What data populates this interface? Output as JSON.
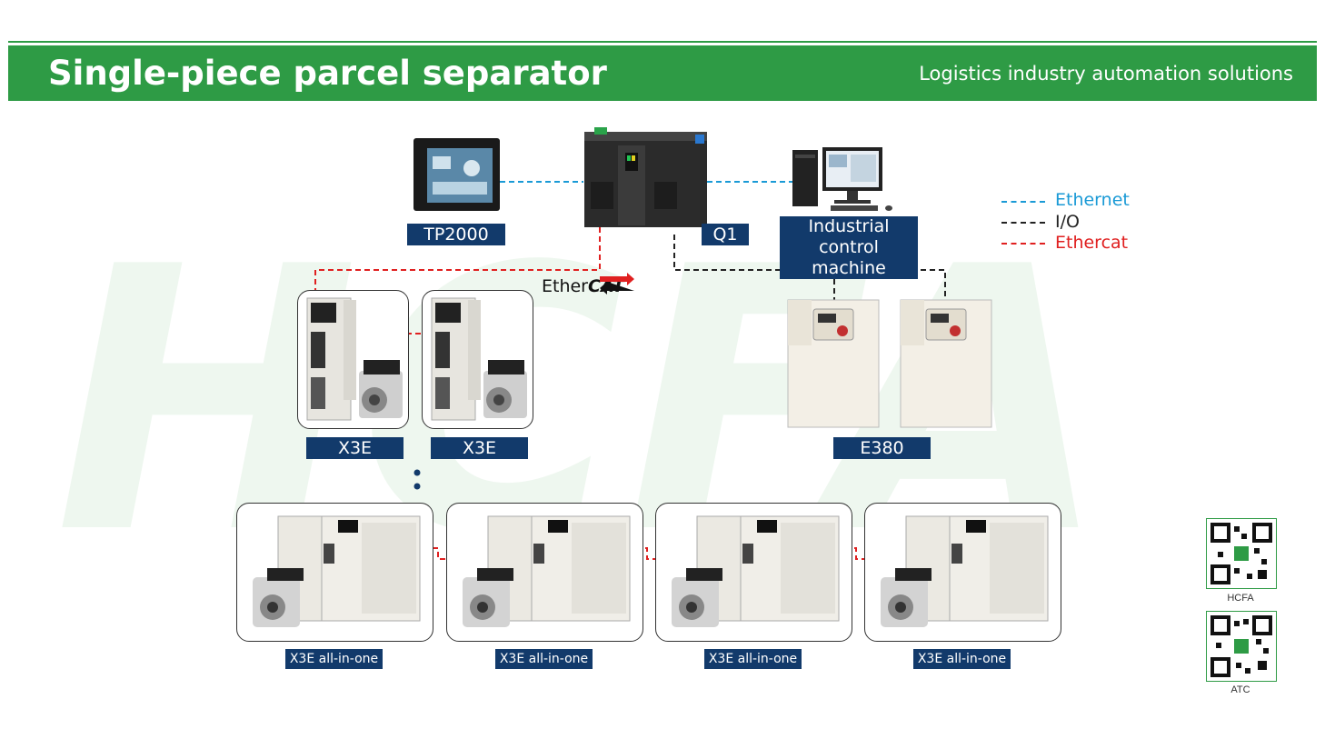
{
  "header": {
    "title": "Single-piece parcel separator",
    "subtitle": "Logistics industry automation solutions"
  },
  "watermark": "HCFA",
  "devices": {
    "tp2000": "TP2000",
    "q1": "Q1",
    "ipc_line1": "Industrial",
    "ipc_line2": "control machine",
    "x3e_a": "X3E",
    "x3e_b": "X3E",
    "e380": "E380",
    "allinone": [
      "X3E all-in-one",
      "X3E all-in-one",
      "X3E all-in-one",
      "X3E all-in-one"
    ]
  },
  "ethercat_logo": {
    "part1": "Ether",
    "part2": "CAT"
  },
  "legend": [
    {
      "label": "Ethernet",
      "color": "#1a9ad6"
    },
    {
      "label": "I/O",
      "color": "#222222"
    },
    {
      "label": "Ethercat",
      "color": "#e02020"
    }
  ],
  "qr_codes": [
    {
      "caption": "HCFA"
    },
    {
      "caption": "ATC"
    }
  ],
  "colors": {
    "brand_green": "#2e9b45",
    "label_navy": "#123a6b"
  }
}
